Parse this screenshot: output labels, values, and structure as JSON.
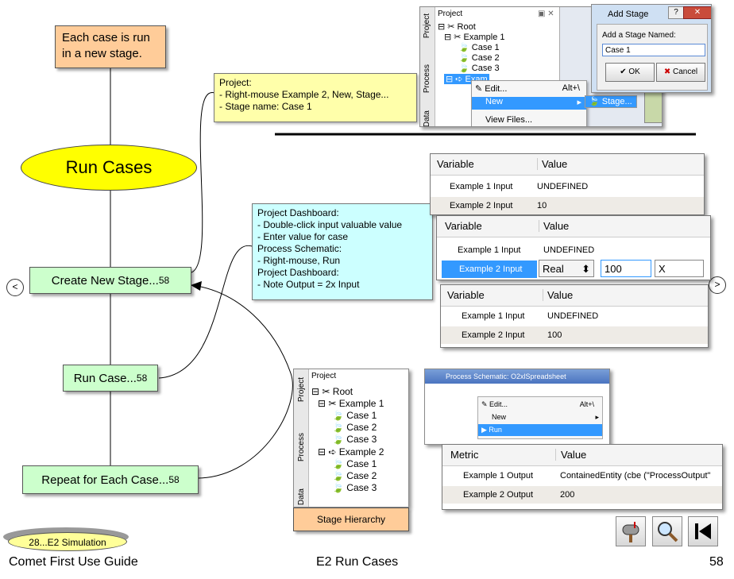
{
  "flow": {
    "top_note": "Each case is run in a new stage.",
    "oval": "Run Cases",
    "step1": "Create New Stage...",
    "step1_page": "58",
    "step2": "Run Case...",
    "step2_page": "58",
    "step3": "Repeat for Each Case...",
    "step3_page": "58"
  },
  "callout1": {
    "line1": "Project:",
    "line2": "- Right-mouse Example 2, New, Stage...",
    "line3": "- Stage name: Case 1"
  },
  "callout2": {
    "lines": [
      "Project Dashboard:",
      "- Double-click input valuable value",
      "- Enter value for case",
      "Process Schematic:",
      "- Right-mouse, Run",
      "Project Dashboard:",
      "- Note Output = 2x Input"
    ]
  },
  "project_win": {
    "title": "Project",
    "tabs": [
      "Project",
      "Process",
      "Data"
    ],
    "root": "Root",
    "example1": "Example 1",
    "cases": [
      "Case 1",
      "Case 2",
      "Case 3"
    ],
    "example2_trunc": "Exam",
    "menu_edit": "Edit...",
    "menu_edit_key": "Alt+\\",
    "menu_new": "New",
    "menu_view": "View Files...",
    "submenu_stage": "Stage..."
  },
  "dialog": {
    "title": "Add Stage",
    "label": "Add a Stage Named:",
    "value": "Case 1",
    "ok": "OK",
    "cancel": "Cancel"
  },
  "dash1": {
    "col1": "Variable",
    "col2": "Value",
    "rows": [
      [
        "Example 1 Input",
        "UNDEFINED"
      ],
      [
        "Example 2 Input",
        "10"
      ]
    ]
  },
  "dash2": {
    "col1": "Variable",
    "col2": "Value",
    "rows": [
      [
        "Example 1 Input",
        "UNDEFINED"
      ],
      [
        "Example 2 Input",
        ""
      ]
    ],
    "type": "Real",
    "input": "100",
    "unit": "X"
  },
  "dash3": {
    "col1": "Variable",
    "col2": "Value",
    "rows": [
      [
        "Example 1 Input",
        "UNDEFINED"
      ],
      [
        "Example 2 Input",
        "100"
      ]
    ]
  },
  "hierarchy": {
    "title": "Project",
    "tabs": [
      "Project",
      "Process",
      "Data"
    ],
    "root": "Root",
    "example1": "Example 1",
    "example2": "Example 2",
    "cases": [
      "Case 1",
      "Case 2",
      "Case 3"
    ],
    "caption": "Stage Hierarchy"
  },
  "schematic": {
    "title": "Process Schematic: O2xlSpreadsheet",
    "menu_edit": "Edit...",
    "menu_edit_key": "Alt+\\",
    "menu_new": "New",
    "menu_run": "Run"
  },
  "metric": {
    "col1": "Metric",
    "col2": "Value",
    "rows": [
      [
        "Example 1 Output",
        "ContainedEntity (cbe (\"ProcessOutput\""
      ],
      [
        "Example 2 Output",
        "200"
      ]
    ]
  },
  "footer": {
    "badge": "28...E2 Simulation",
    "left": "Comet First Use Guide",
    "center": "E2 Run Cases",
    "page": "58"
  },
  "nav": {
    "prev": "<",
    "next": ">"
  },
  "colors": {
    "note_orange": "#ffcc99",
    "oval_yellow": "#ffff00",
    "step_green": "#ccffcc",
    "callout_yellow": "#ffffaa",
    "callout_cyan": "#ccffff",
    "select_blue": "#3399ff"
  }
}
